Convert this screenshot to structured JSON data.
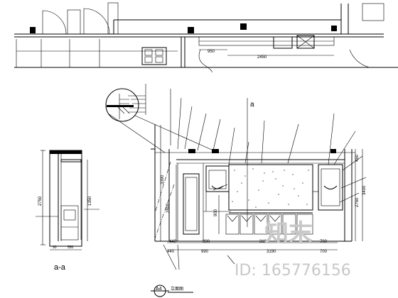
{
  "plan": {
    "dimensions": [
      "950",
      "2450"
    ]
  },
  "section": {
    "label": "a-a",
    "dims_left": [
      "2750",
      "1350"
    ],
    "dims_bottom": [
      "90",
      "550"
    ]
  },
  "elevation": {
    "section_mark": "a",
    "dims_left": [
      "3390",
      "2800",
      "900"
    ],
    "dims_bottom_row1": [
      "440",
      "900",
      "3190",
      "700"
    ],
    "dims_bottom_row2": [
      "440",
      "990",
      "3190",
      "700"
    ],
    "dims_right": [
      "450",
      "2750",
      "3400"
    ],
    "title": "立面图",
    "callout_tag": "A4"
  },
  "watermark": {
    "brand": "知末",
    "id_text": "ID: 165776156"
  }
}
